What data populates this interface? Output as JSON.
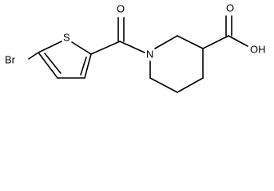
{
  "structure": {
    "atoms": {
      "br": "Br",
      "s": "S",
      "o_carbonyl": "O",
      "n": "N",
      "o_acid": "O",
      "oh": "OH"
    },
    "colors": {
      "ink": "#000000",
      "background": "#ffffff"
    }
  }
}
